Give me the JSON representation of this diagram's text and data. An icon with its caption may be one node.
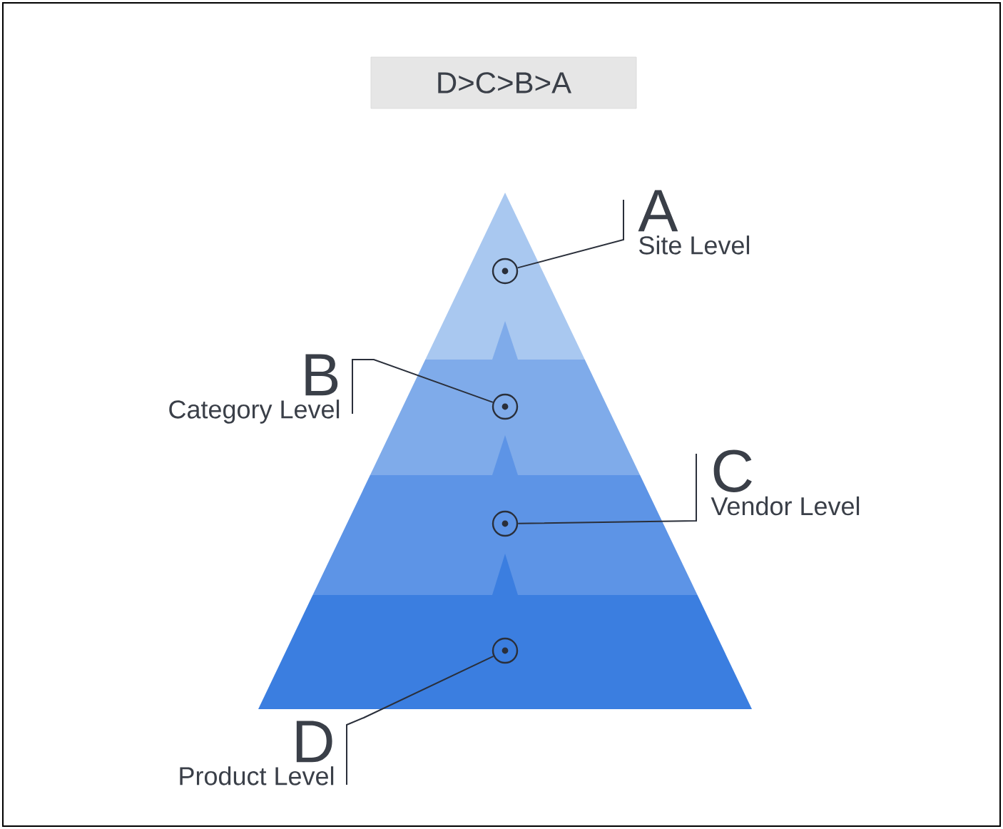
{
  "diagram": {
    "nodes": [
      {
        "text": [
          "D>C>B>A"
        ]
      },
      {
        "text": [
          "A",
          "Site Level"
        ]
      },
      {
        "text": [
          "B",
          "Category Level"
        ]
      },
      {
        "text": [
          "C",
          "Vendor Level"
        ]
      },
      {
        "text": [
          "D",
          "Product Level"
        ]
      },
      {
        "text": [],
        "shape": "circle"
      },
      {
        "text": [],
        "shape": "circle"
      },
      {
        "text": [],
        "shape": "circle"
      },
      {
        "text": [],
        "shape": "circle"
      }
    ],
    "edges": [
      {
        "from": 1,
        "to": 5,
        "arrow": "none"
      },
      {
        "from": 2,
        "to": 6,
        "arrow": "none"
      },
      {
        "from": 3,
        "to": 7,
        "arrow": "none"
      },
      {
        "from": 4,
        "to": 8,
        "arrow": "none"
      }
    ]
  }
}
